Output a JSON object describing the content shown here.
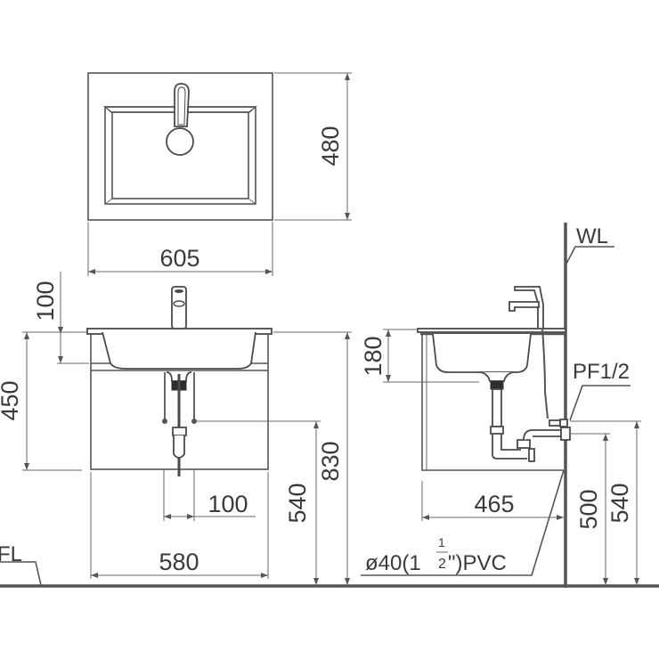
{
  "drawing": {
    "title": "Wall-hung basin cabinet dimension drawing",
    "colors": {
      "line": "#555555",
      "text": "#3a3a3a",
      "background": "#ffffff"
    },
    "top_view": {
      "width_label": "605",
      "depth_label": "480"
    },
    "front_view": {
      "faucet_height_label": "100",
      "cabinet_height_label": "450",
      "drain_spacing_label": "100",
      "cabinet_width_label": "580",
      "inlet_height_label": "540",
      "top_height_label": "830",
      "floor_label": "FL"
    },
    "side_view": {
      "wall_label": "WL",
      "basin_depth_label": "180",
      "supply_label": "PF1/2",
      "cabinet_depth_label": "465",
      "drain_height_label": "500",
      "supply_height_label": "540",
      "pipe_label_prefix": "ø40(1",
      "pipe_fraction_num": "1",
      "pipe_fraction_den": "2",
      "pipe_label_suffix": "\")PVC"
    }
  }
}
